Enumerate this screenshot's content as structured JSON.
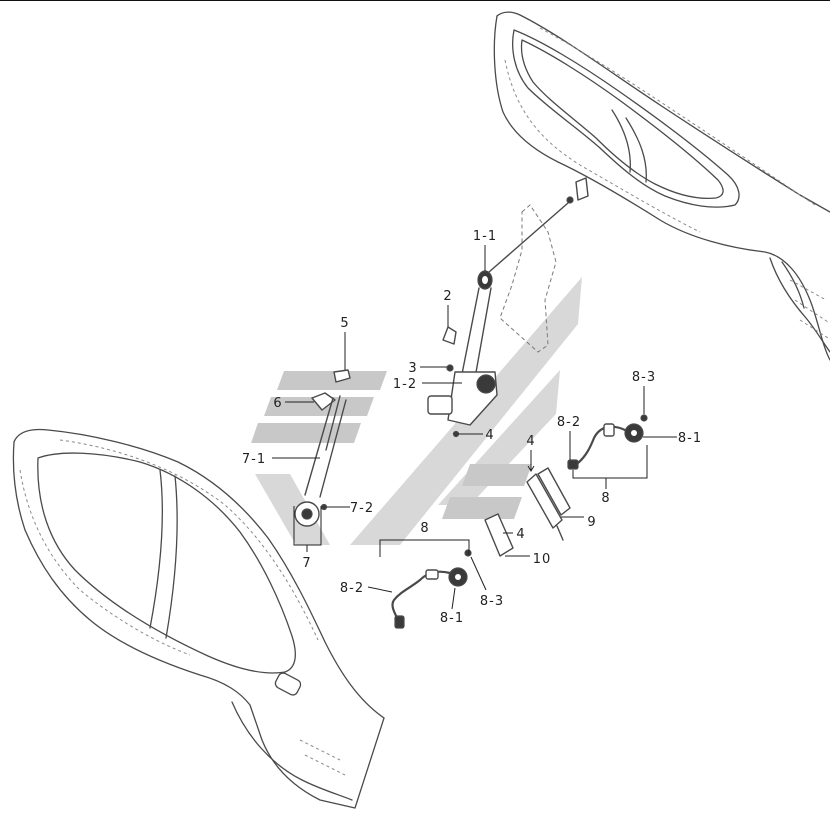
{
  "colors": {
    "line": "#4a4a4a",
    "detail": "#8a8a8a",
    "dark": "#3a3a3a",
    "watermark": "#c8c8c8",
    "watermark_light": "#d8d8d8"
  },
  "callouts": [
    "1-1",
    "2",
    "5",
    "3",
    "1-2",
    "6",
    "4",
    "7-1",
    "7-2",
    "7",
    "8-3",
    "8-2",
    "8-1",
    "8",
    "4",
    "9",
    "4",
    "10",
    "8",
    "8-2",
    "8-1",
    "8-3"
  ]
}
